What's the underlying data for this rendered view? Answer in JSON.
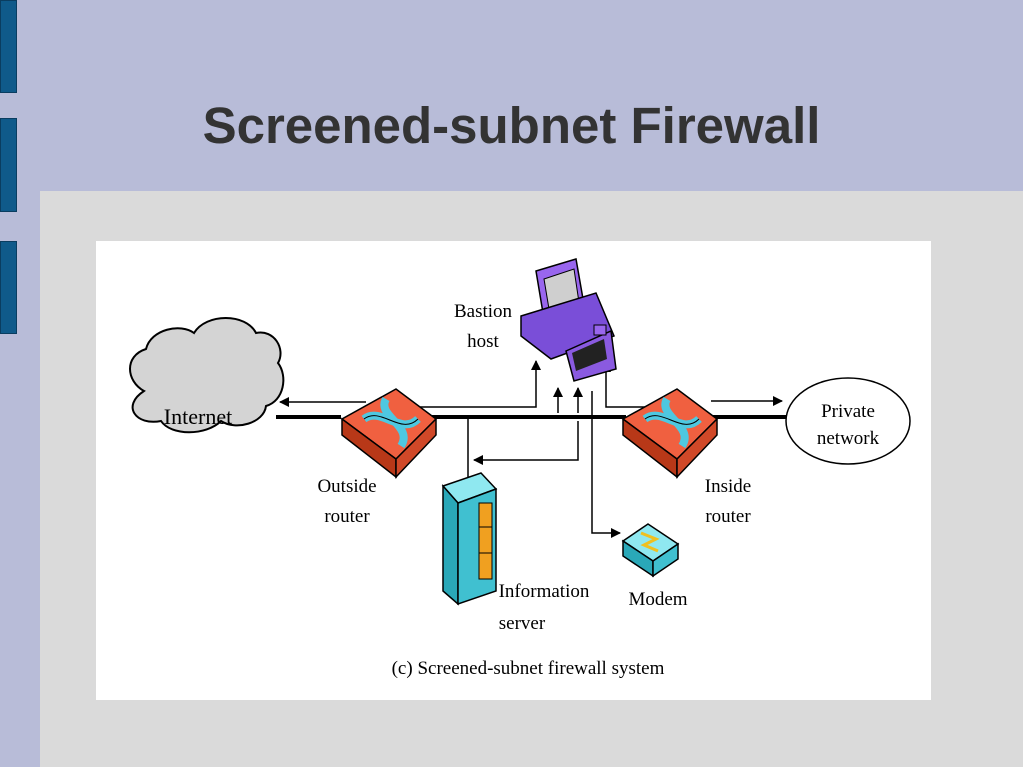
{
  "slide": {
    "title": "Screened-subnet Firewall"
  },
  "diagram": {
    "caption": "(c) Screened-subnet firewall system",
    "nodes": {
      "internet": "Internet",
      "private_network": [
        "Private",
        "network"
      ],
      "outside_router": [
        "Outside",
        "router"
      ],
      "inside_router": [
        "Inside",
        "router"
      ],
      "bastion_host": [
        "Bastion",
        "host"
      ],
      "information_server": [
        "Information",
        "server"
      ],
      "modem": "Modem"
    }
  }
}
